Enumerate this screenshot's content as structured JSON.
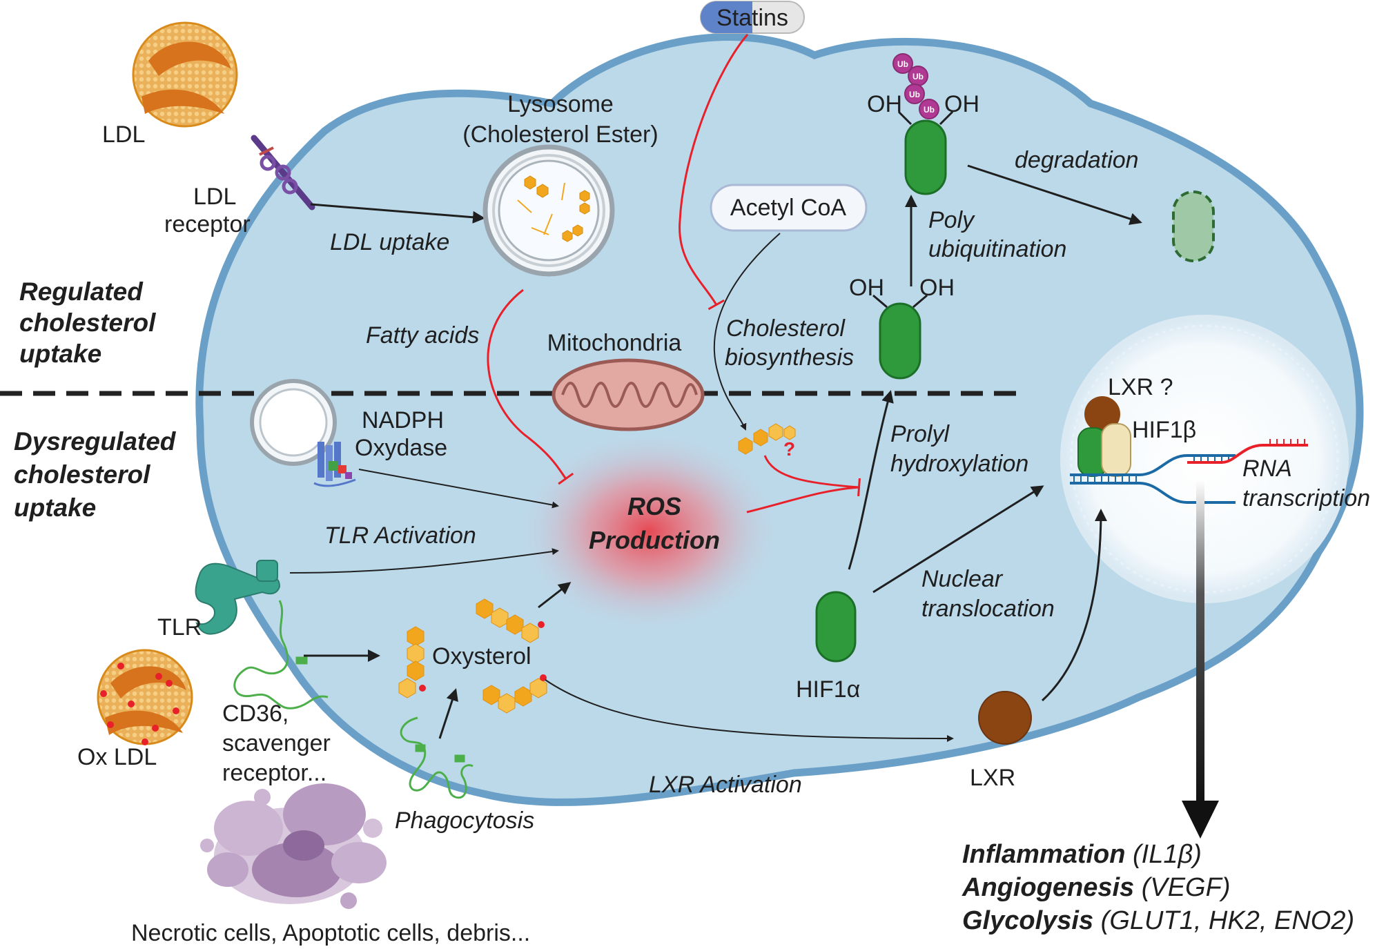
{
  "labels": {
    "statins": "Statins",
    "ldl": "LDL",
    "ldl_receptor_1": "LDL",
    "ldl_receptor_2": "receptor",
    "ldl_uptake": "LDL uptake",
    "lysosome_1": "Lysosome",
    "lysosome_2": "(Cholesterol Ester)",
    "acetyl_coa": "Acetyl CoA",
    "oh": "OH",
    "ub": "Ub",
    "degradation": "degradation",
    "poly_1": "Poly",
    "poly_2": "ubiquitination",
    "regulated_1": "Regulated",
    "regulated_2": "cholesterol",
    "regulated_3": "uptake",
    "fatty_acids": "Fatty acids",
    "mitochondria": "Mitochondria",
    "chol_bio_1": "Cholesterol",
    "chol_bio_2": "biosynthesis",
    "lxr_q": "LXR ?",
    "hif1b": "HIF1β",
    "dysregulated_1": "Dysregulated",
    "dysregulated_2": "cholesterol",
    "dysregulated_3": "uptake",
    "nadph_1": "NADPH",
    "nadph_2": "Oxydase",
    "question": "?",
    "prolyl_1": "Prolyl",
    "prolyl_2": "hydroxylation",
    "rna_1": "RNA",
    "rna_2": "transcription",
    "ros_1": "ROS",
    "ros_2": "Production",
    "tlr_activation": "TLR Activation",
    "nuclear_1": "Nuclear",
    "nuclear_2": "translocation",
    "tlr": "TLR",
    "oxysterol": "Oxysterol",
    "hif1a": "HIF1α",
    "cd36_1": "CD36,",
    "cd36_2": "scavenger",
    "cd36_3": "receptor...",
    "ox_ldl": "Ox LDL",
    "lxr": "LXR",
    "lxr_activation": "LXR Activation",
    "phagocytosis": "Phagocytosis",
    "necrotic": "Necrotic cells, Apoptotic cells, debris..."
  },
  "outcomes": [
    {
      "term": "Inflammation",
      "genes": " (IL1β)"
    },
    {
      "term": "Angiogenesis",
      "genes": " (VEGF)"
    },
    {
      "term": "Glycolysis",
      "genes": " (GLUT1, HK2, ENO2)"
    }
  ],
  "colors": {
    "cell_fill": "#bcd9ea",
    "cell_border": "#6aa0c7",
    "inhibit": "#e8202a",
    "hif": "#2e9a3c",
    "lxr": "#8b4513",
    "cholesterol": "#f2a61d",
    "ubiquitin": "#b03a93"
  }
}
